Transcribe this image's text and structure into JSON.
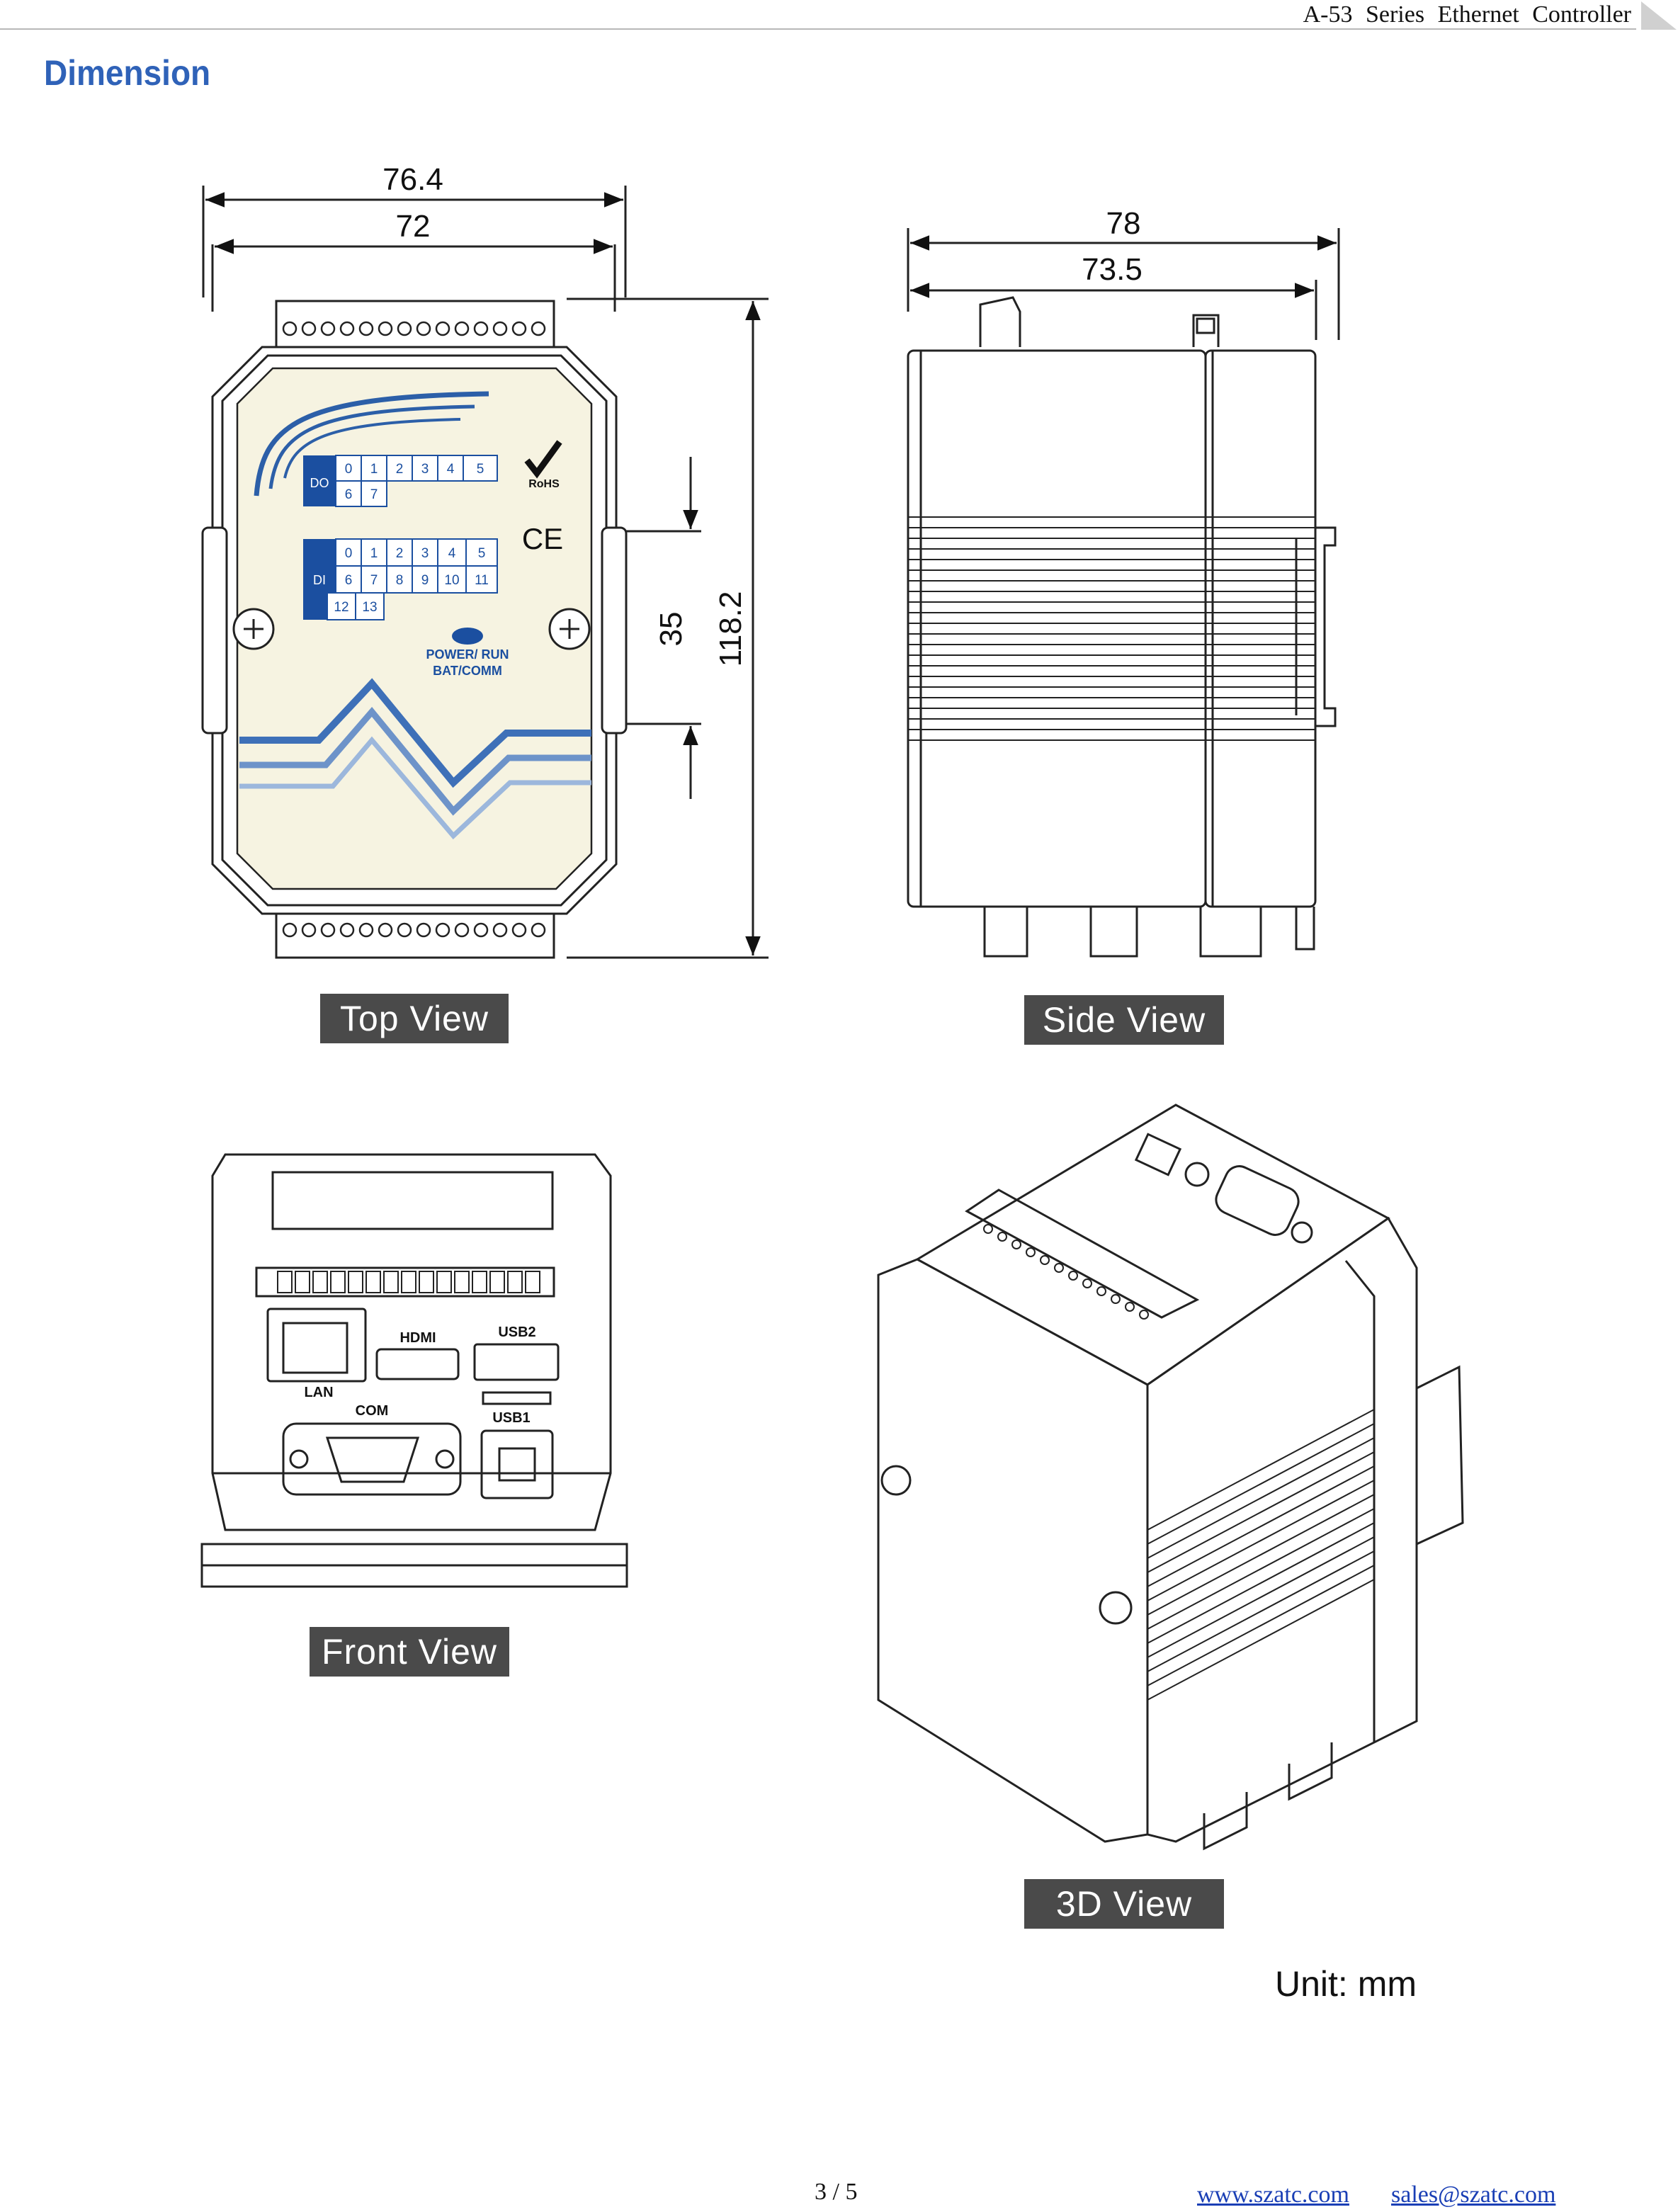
{
  "header": {
    "title": "A-53  Series  Ethernet  Controller"
  },
  "section": {
    "title": "Dimension"
  },
  "top_view": {
    "dims": {
      "outer_width": "76.4",
      "inner_width": "72",
      "height": "118.2",
      "mount_spacing": "35"
    },
    "do_label": "DO",
    "do_row1": [
      "0",
      "1",
      "2",
      "3",
      "4",
      "5"
    ],
    "do_row2": [
      "6",
      "7"
    ],
    "di_label": "DI",
    "di_row1": [
      "0",
      "1",
      "2",
      "3",
      "4",
      "5"
    ],
    "di_row2": [
      "6",
      "7",
      "8",
      "9",
      "10",
      "11"
    ],
    "di_row3": [
      "12",
      "13"
    ],
    "rohs": "RoHS",
    "ce": "CE",
    "led_line1": "POWER/ RUN",
    "led_line2": "BAT/COMM",
    "label": "Top View"
  },
  "side_view": {
    "dims": {
      "outer_width": "78",
      "inner_width": "73.5"
    },
    "label": "Side View"
  },
  "front_view": {
    "ports": {
      "lan": "LAN",
      "hdmi": "HDMI",
      "usb2": "USB2",
      "usb1": "USB1",
      "com": "COM"
    },
    "label": "Front View"
  },
  "view_3d": {
    "label": "3D View"
  },
  "unit_note": "Unit: mm",
  "footer": {
    "page": "3 / 5",
    "website": "www.szatc.com",
    "email": "sales@szatc.com"
  },
  "colors": {
    "accent": "#2f62b8",
    "panel": "#f6f3e1",
    "badge": "#1b4fa0"
  }
}
